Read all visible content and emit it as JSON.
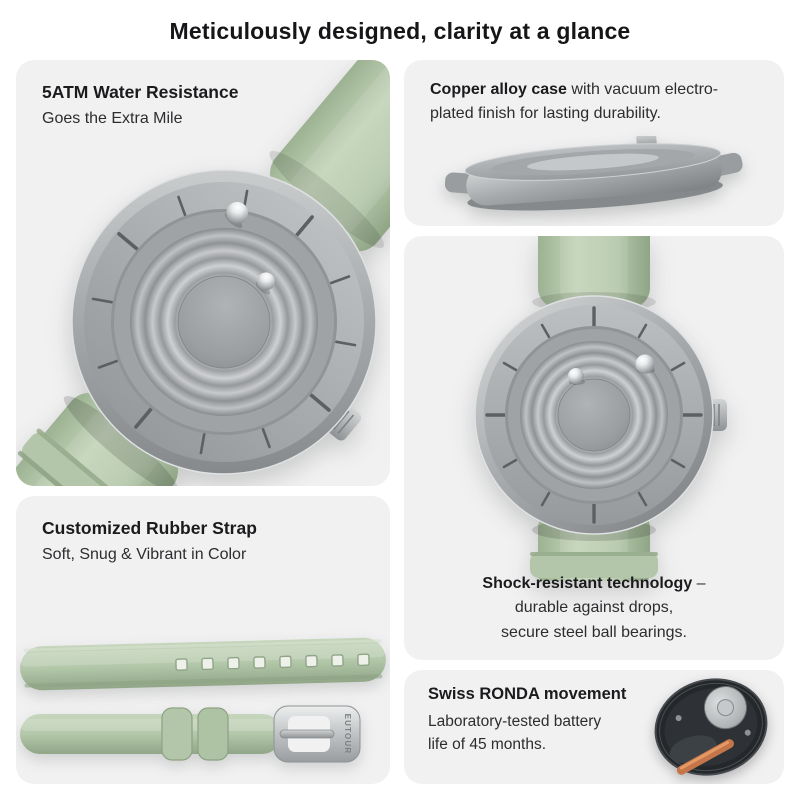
{
  "page": {
    "title": "Meticulously designed, clarity at a glance"
  },
  "cards": {
    "water_resistance": {
      "heading": "5ATM Water Resistance",
      "subheading": "Goes the Extra Mile"
    },
    "copper_case": {
      "lead": "Copper alloy case",
      "line1_tail": " with vacuum electro-",
      "line2": "plated finish for lasting durability."
    },
    "shock": {
      "lead": "Shock-resistant technology",
      "line1_tail": " –",
      "line2": "durable against drops,",
      "line3": "secure steel ball bearings."
    },
    "rubber_strap": {
      "heading": "Customized Rubber Strap",
      "subheading": "Soft, Snug & Vibrant in Color",
      "buckle_engraving": "EUTOUR"
    },
    "movement": {
      "heading": "Swiss RONDA movement",
      "line1": "Laboratory-tested battery",
      "line2": "life of 45 months."
    }
  },
  "colors": {
    "card_background": "#f1f1f2",
    "strap_green": "#b3c7a9",
    "metal_light": "#d9dbdc",
    "metal_dark": "#828588",
    "text": "#1c1c1e"
  }
}
